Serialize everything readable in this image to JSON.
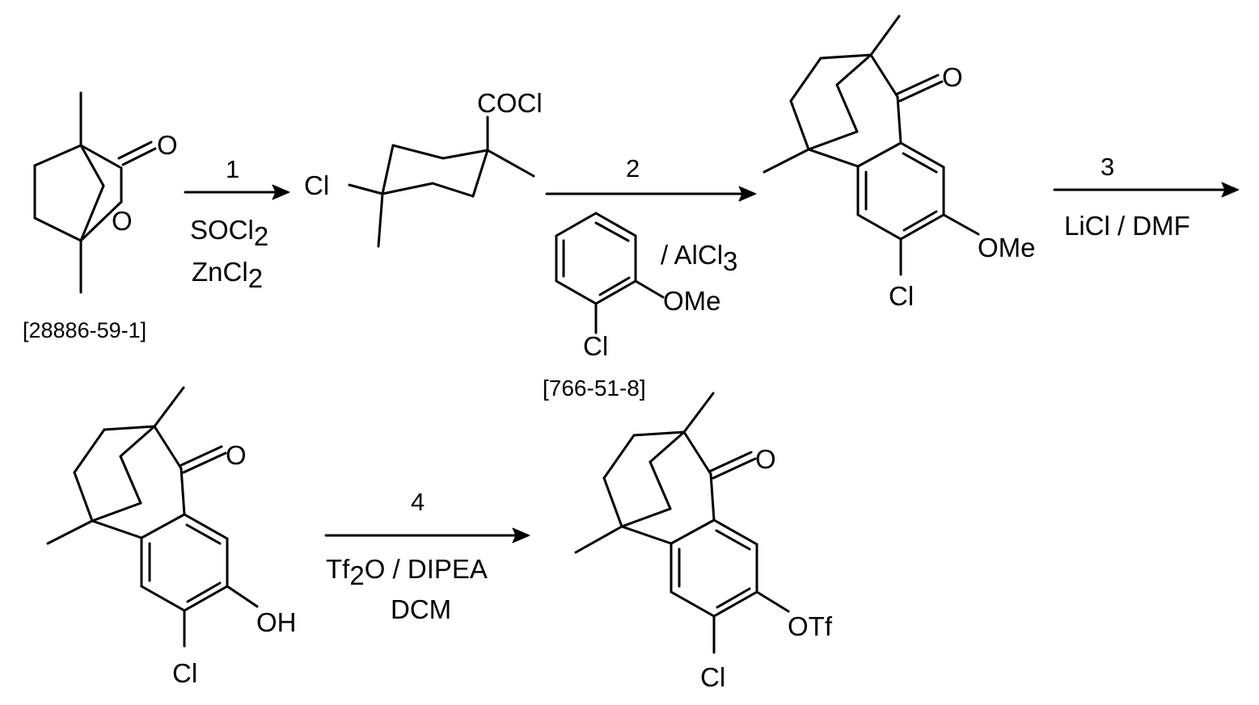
{
  "compounds": {
    "start": {
      "carbonyl_O": "O",
      "ring_O": "O",
      "cas": "[28886-59-1]"
    },
    "acid_chloride": {
      "coci": "COCl",
      "cl": "Cl"
    },
    "anisole": {
      "ome": "OMe",
      "cl": "Cl",
      "cas": "[766-51-8]"
    },
    "ketone_ome": {
      "o": "O",
      "ome": "OMe",
      "cl": "Cl"
    },
    "phenol": {
      "o": "O",
      "oh": "OH",
      "cl": "Cl"
    },
    "triflate": {
      "o": "O",
      "otf": "OTf",
      "cl": "Cl"
    }
  },
  "steps": [
    {
      "number": "1",
      "line1_main": "SOCl",
      "line1_sub": "2",
      "line2_main": "ZnCl",
      "line2_sub": "2"
    },
    {
      "number": "2",
      "reagent_main": "/ AlCl",
      "reagent_sub": "3"
    },
    {
      "number": "3",
      "reagents": "LiCl / DMF"
    },
    {
      "number": "4",
      "line1_a": "Tf",
      "line1_sub": "2",
      "line1_b": "O / DIPEA",
      "line2": "DCM"
    }
  ]
}
